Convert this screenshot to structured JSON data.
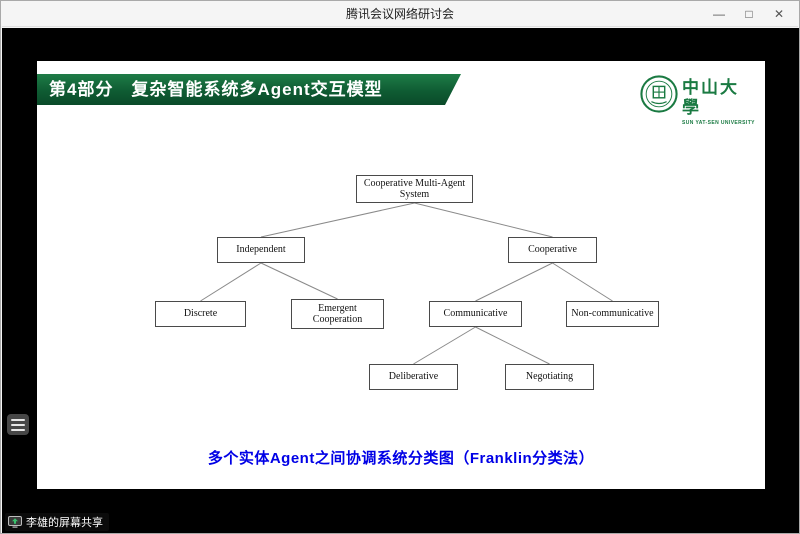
{
  "window": {
    "title": "腾讯会议网络研讨会",
    "controls": {
      "minimize": "—",
      "maximize": "□",
      "close": "✕"
    }
  },
  "slide": {
    "banner": "第4部分　复杂智能系统多Agent交互模型",
    "logo": {
      "cn": "中山大學",
      "en": "SUN YAT-SEN UNIVERSITY"
    },
    "caption": "多个实体Agent之间协调系统分类图（Franklin分类法）"
  },
  "diagram": {
    "type": "tree",
    "nodes": [
      {
        "id": "root",
        "label": "Cooperative Multi-Agent System"
      },
      {
        "id": "independent",
        "label": "Independent"
      },
      {
        "id": "cooperative",
        "label": "Cooperative"
      },
      {
        "id": "discrete",
        "label": "Discrete"
      },
      {
        "id": "emergent",
        "label": "Emergent Cooperation"
      },
      {
        "id": "communicative",
        "label": "Communicative"
      },
      {
        "id": "non_communicative",
        "label": "Non-communicative"
      },
      {
        "id": "deliberative",
        "label": "Deliberative"
      },
      {
        "id": "negotiating",
        "label": "Negotiating"
      }
    ],
    "edges": [
      [
        "root",
        "independent"
      ],
      [
        "root",
        "cooperative"
      ],
      [
        "independent",
        "discrete"
      ],
      [
        "independent",
        "emergent"
      ],
      [
        "cooperative",
        "communicative"
      ],
      [
        "cooperative",
        "non_communicative"
      ],
      [
        "communicative",
        "deliberative"
      ],
      [
        "communicative",
        "negotiating"
      ]
    ]
  },
  "overlay": {
    "screen_share": "李雄的屏幕共享"
  },
  "colors": {
    "banner_green": "#0f5c33",
    "caption_blue": "#0000e6",
    "logo_green": "#1a7a42"
  }
}
